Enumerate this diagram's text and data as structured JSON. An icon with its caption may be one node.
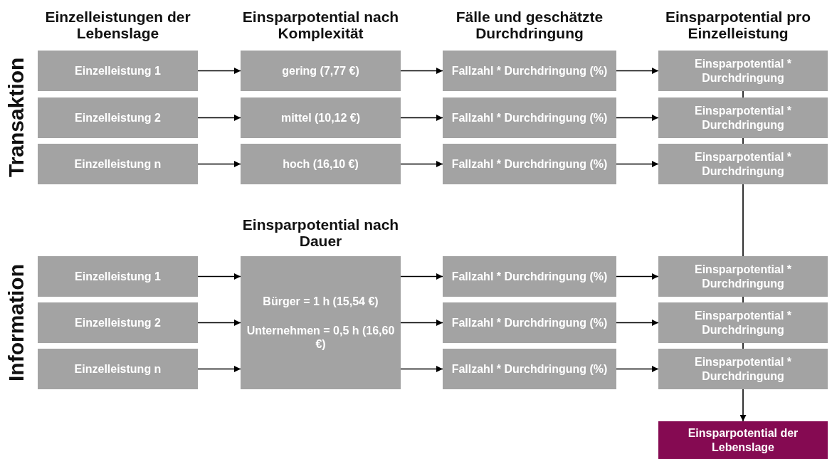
{
  "diagram": {
    "nodes": [
      {
        "text": [
          "Einzelleistung 1"
        ]
      },
      {
        "text": [
          "gering (7,77 €)"
        ]
      },
      {
        "text": [
          "Fallzahl * Durchdringung (%)"
        ]
      },
      {
        "text": [
          "Einsparpotential * Durchdringung"
        ]
      },
      {
        "text": [
          "Einzelleistung 2"
        ]
      },
      {
        "text": [
          "mittel (10,12 €)"
        ]
      },
      {
        "text": [
          "Fallzahl * Durchdringung (%)"
        ]
      },
      {
        "text": [
          "Einsparpotential * Durchdringung"
        ]
      },
      {
        "text": [
          "Einzelleistung n"
        ]
      },
      {
        "text": [
          "hoch (16,10 €)"
        ]
      },
      {
        "text": [
          "Fallzahl * Durchdringung (%)"
        ]
      },
      {
        "text": [
          "Einsparpotential * Durchdringung"
        ]
      },
      {
        "text": [
          "Einzelleistung 1"
        ]
      },
      {
        "text": [
          "Bürger = 1 h (15,54 €)",
          "Unternehmen = 0,5 h (16,60 €)"
        ]
      },
      {
        "text": [
          "Fallzahl * Durchdringung (%)"
        ]
      },
      {
        "text": [
          "Einsparpotential * Durchdringung"
        ]
      },
      {
        "text": [
          "Einzelleistung 2"
        ]
      },
      {
        "text": [
          "Fallzahl * Durchdringung (%)"
        ]
      },
      {
        "text": [
          "Einsparpotential * Durchdringung"
        ]
      },
      {
        "text": [
          "Einzelleistung n"
        ]
      },
      {
        "text": [
          "Fallzahl * Durchdringung (%)"
        ]
      },
      {
        "text": [
          "Einsparpotential * Durchdringung"
        ]
      },
      {
        "text": [
          "Einsparpotential der Lebenslage"
        ]
      }
    ],
    "edges": [
      {
        "from": 0,
        "to": 1,
        "arrow": "to"
      },
      {
        "from": 1,
        "to": 2,
        "arrow": "to"
      },
      {
        "from": 2,
        "to": 3,
        "arrow": "to"
      },
      {
        "from": 4,
        "to": 5,
        "arrow": "to"
      },
      {
        "from": 5,
        "to": 6,
        "arrow": "to"
      },
      {
        "from": 6,
        "to": 7,
        "arrow": "to"
      },
      {
        "from": 8,
        "to": 9,
        "arrow": "to"
      },
      {
        "from": 9,
        "to": 10,
        "arrow": "to"
      },
      {
        "from": 10,
        "to": 11,
        "arrow": "to"
      },
      {
        "from": 12,
        "to": 13,
        "arrow": "to"
      },
      {
        "from": 16,
        "to": 13,
        "arrow": "to"
      },
      {
        "from": 19,
        "to": 13,
        "arrow": "to"
      },
      {
        "from": 13,
        "to": 14,
        "arrow": "to"
      },
      {
        "from": 13,
        "to": 17,
        "arrow": "to"
      },
      {
        "from": 13,
        "to": 20,
        "arrow": "to"
      },
      {
        "from": 14,
        "to": 15,
        "arrow": "to"
      },
      {
        "from": 17,
        "to": 18,
        "arrow": "to"
      },
      {
        "from": 20,
        "to": 21,
        "arrow": "to"
      },
      {
        "from": 3,
        "to": 7,
        "arrow": "none"
      },
      {
        "from": 7,
        "to": 11,
        "arrow": "none"
      },
      {
        "from": 11,
        "to": 15,
        "arrow": "none"
      },
      {
        "from": 15,
        "to": 18,
        "arrow": "none"
      },
      {
        "from": 18,
        "to": 21,
        "arrow": "none"
      },
      {
        "from": 21,
        "to": 22,
        "arrow": "to"
      }
    ],
    "labels": [
      "Einzelleistungen der Lebenslage",
      "Einsparpotential nach Komplexität",
      "Fälle und geschätzte Durchdringung",
      "Einsparpotential pro Einzelleistung",
      "Transaktion",
      "Einsparpotential nach Dauer",
      "Information"
    ]
  }
}
